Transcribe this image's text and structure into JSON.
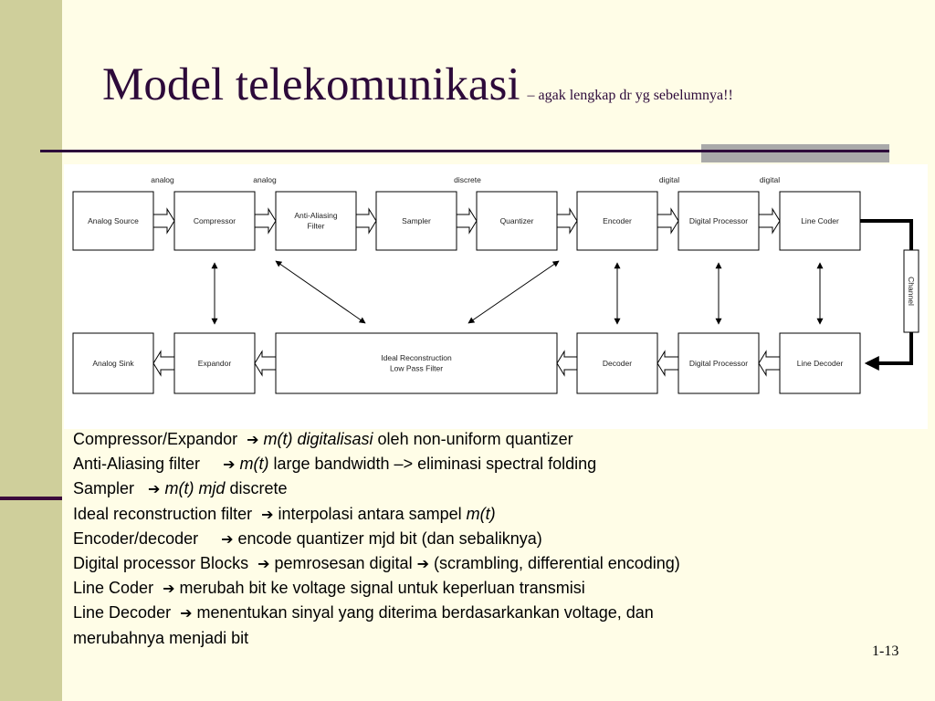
{
  "title": {
    "main": "Model telekomunikasi",
    "subtitle": "– agak lengkap dr yg sebelumnya!!"
  },
  "diagram": {
    "signal_labels": [
      {
        "id": "analog-1",
        "text": "analog"
      },
      {
        "id": "analog-2",
        "text": "analog"
      },
      {
        "id": "discrete",
        "text": "discrete"
      },
      {
        "id": "digital-1",
        "text": "digital"
      },
      {
        "id": "digital-2",
        "text": "digital"
      }
    ],
    "top_row": [
      {
        "id": "analog-source",
        "lines": [
          "Analog Source"
        ]
      },
      {
        "id": "compressor",
        "lines": [
          "Compressor"
        ]
      },
      {
        "id": "anti-aliasing-filter",
        "lines": [
          "Anti-Aliasing",
          "Filter"
        ]
      },
      {
        "id": "sampler",
        "lines": [
          "Sampler"
        ]
      },
      {
        "id": "quantizer",
        "lines": [
          "Quantizer"
        ]
      },
      {
        "id": "encoder",
        "lines": [
          "Encoder"
        ]
      },
      {
        "id": "digital-processor-tx",
        "lines": [
          "Digital Processor"
        ]
      },
      {
        "id": "line-coder",
        "lines": [
          "Line Coder"
        ]
      }
    ],
    "bottom_row": [
      {
        "id": "analog-sink",
        "lines": [
          "Analog Sink"
        ]
      },
      {
        "id": "expandor",
        "lines": [
          "Expandor"
        ]
      },
      {
        "id": "ideal-reconstruction-filter",
        "lines": [
          "Ideal Reconstruction",
          "Low Pass Filter"
        ]
      },
      {
        "id": "decoder",
        "lines": [
          "Decoder"
        ]
      },
      {
        "id": "digital-processor-rx",
        "lines": [
          "Digital Processor"
        ]
      },
      {
        "id": "line-decoder",
        "lines": [
          "Line Decoder"
        ]
      }
    ],
    "channel_label": "Channel"
  },
  "notes": [
    [
      {
        "t": "Compressor/Expandor  "
      },
      {
        "arrow": "➔"
      },
      {
        "t": " "
      },
      {
        "t": "m(t) digitalisasi",
        "i": true
      },
      {
        "t": " oleh non-uniform quantizer"
      }
    ],
    [
      {
        "t": "Anti-Aliasing filter     "
      },
      {
        "arrow": "➔"
      },
      {
        "t": " "
      },
      {
        "t": "m(t)",
        "i": true
      },
      {
        "t": " large bandwidth –> eliminasi spectral folding"
      }
    ],
    [
      {
        "t": "Sampler   "
      },
      {
        "arrow": "➔"
      },
      {
        "t": " "
      },
      {
        "t": "m(t) mjd",
        "i": true
      },
      {
        "t": " discrete"
      }
    ],
    [
      {
        "t": "Ideal reconstruction filter  "
      },
      {
        "arrow": "➔"
      },
      {
        "t": " interpolasi antara sampel "
      },
      {
        "t": "m(t)",
        "i": true
      }
    ],
    [
      {
        "t": "Encoder/decoder     "
      },
      {
        "arrow": "➔"
      },
      {
        "t": " encode quantizer mjd bit (dan sebaliknya)"
      }
    ],
    [
      {
        "t": "Digital processor Blocks  "
      },
      {
        "arrow": "➔"
      },
      {
        "t": " pemrosesan digital "
      },
      {
        "arrow": "➔"
      },
      {
        "t": " (scrambling, differential encoding)"
      }
    ],
    [
      {
        "t": "Line Coder  "
      },
      {
        "arrow": "➔"
      },
      {
        "t": " merubah bit ke voltage signal untuk keperluan transmisi"
      }
    ],
    [
      {
        "t": "Line Decoder  "
      },
      {
        "arrow": "➔"
      },
      {
        "t": " menentukan sinyal yang diterima berdasarkankan voltage, dan"
      }
    ],
    [
      {
        "t": "merubahnya menjadi bit"
      }
    ]
  ],
  "page_number": "1-13"
}
